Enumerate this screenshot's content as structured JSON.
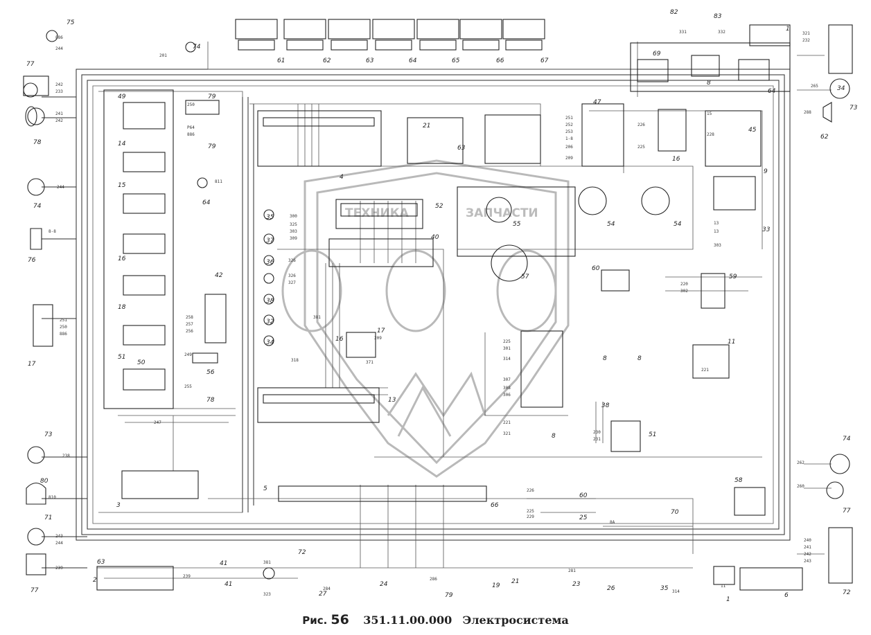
{
  "caption": {
    "fig_word": "Рис.",
    "fig_number": "56",
    "drawing_code": "351.11.00.000",
    "title": "Электросистема"
  },
  "watermark": {
    "text_left": "ТЕХНИКА",
    "text_right": "ЗАПЧАСТИ"
  }
}
